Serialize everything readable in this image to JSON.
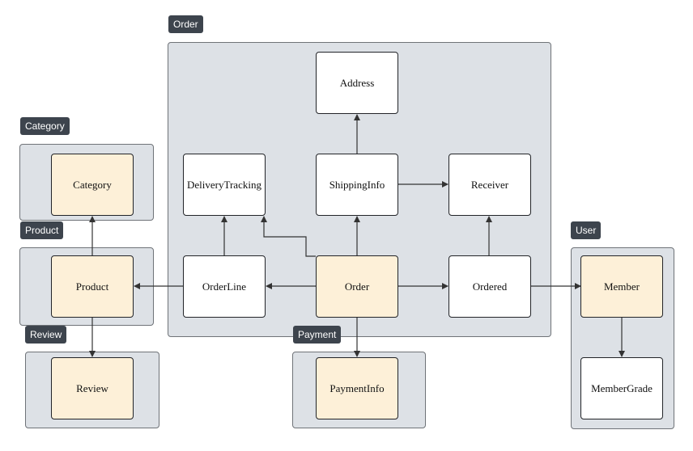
{
  "groups": {
    "order": "Order",
    "category": "Category",
    "product": "Product",
    "review": "Review",
    "payment": "Payment",
    "user": "User"
  },
  "nodes": {
    "address": "Address",
    "delivery_tracking": "DeliveryTracking",
    "shipping_info": "ShippingInfo",
    "receiver": "Receiver",
    "order_line": "OrderLine",
    "order": "Order",
    "ordered": "Ordered",
    "category": "Category",
    "product": "Product",
    "review": "Review",
    "payment_info": "PaymentInfo",
    "member": "Member",
    "member_grade": "MemberGrade"
  },
  "colors": {
    "group_fill": "#dde1e6",
    "tag_fill": "#3d444d",
    "highlight_fill": "#fdf0d8",
    "node_fill": "#ffffff",
    "edge": "#333333"
  },
  "edges": [
    {
      "from": "ShippingInfo",
      "to": "Address"
    },
    {
      "from": "ShippingInfo",
      "to": "Receiver"
    },
    {
      "from": "OrderLine",
      "to": "DeliveryTracking"
    },
    {
      "from": "Order",
      "to": "DeliveryTracking"
    },
    {
      "from": "Order",
      "to": "ShippingInfo"
    },
    {
      "from": "Order",
      "to": "OrderLine"
    },
    {
      "from": "Order",
      "to": "Ordered"
    },
    {
      "from": "Order",
      "to": "PaymentInfo"
    },
    {
      "from": "Ordered",
      "to": "Receiver"
    },
    {
      "from": "Ordered",
      "to": "Member"
    },
    {
      "from": "OrderLine",
      "to": "Product"
    },
    {
      "from": "Product",
      "to": "Category"
    },
    {
      "from": "Product",
      "to": "Review"
    },
    {
      "from": "Member",
      "to": "MemberGrade"
    }
  ]
}
